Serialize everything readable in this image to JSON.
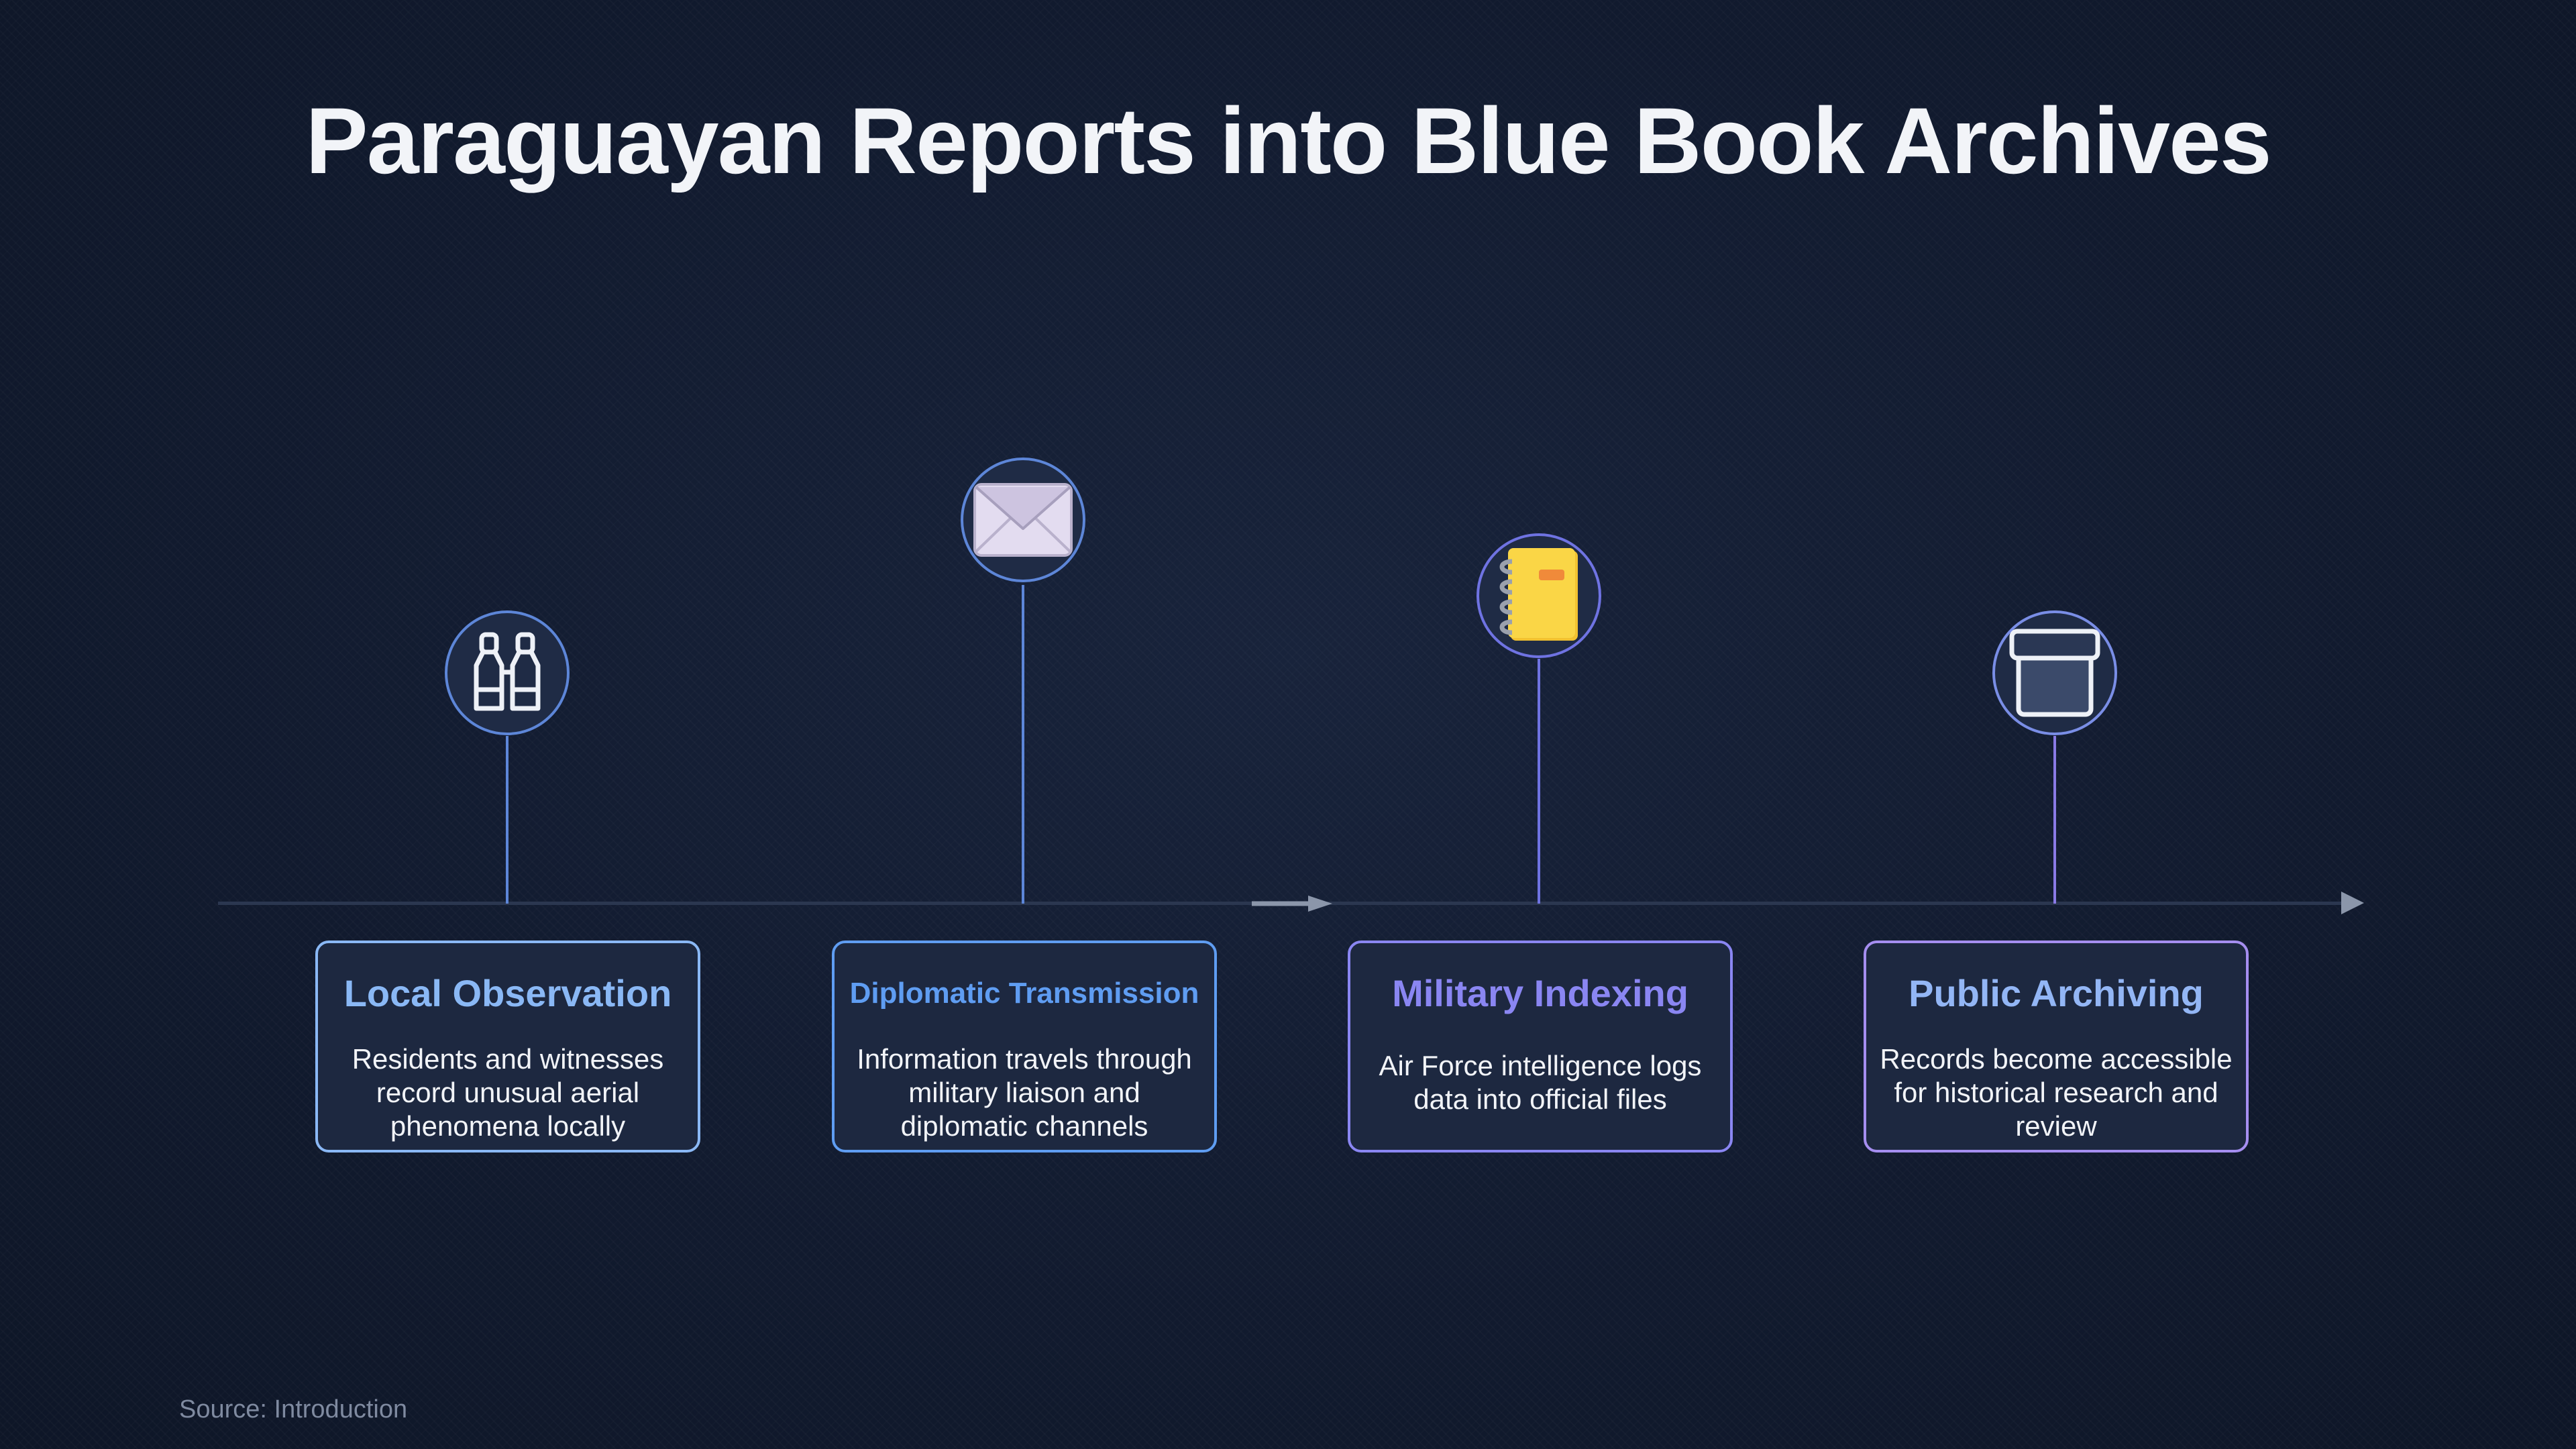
{
  "title": "Paraguayan Reports into Blue Book Archives",
  "steps": [
    {
      "title": "Local Observation",
      "description": "Residents and witnesses record unusual aerial phenomena locally",
      "icon": "binoculars-icon",
      "color": "#8ab8f5"
    },
    {
      "title": "Diplomatic Transmission",
      "description": "Information travels through military liaison and diplomatic channels",
      "icon": "envelope-icon",
      "color": "#5f9df2"
    },
    {
      "title": "Military Indexing",
      "description": "Air Force intelligence logs data into official files",
      "icon": "notebook-icon",
      "color": "#8a86f2"
    },
    {
      "title": "Public Archiving",
      "description": "Records become accessible for historical research and review",
      "icon": "archive-box-icon",
      "color": "#93b6f5"
    }
  ],
  "source": "Source: Introduction"
}
